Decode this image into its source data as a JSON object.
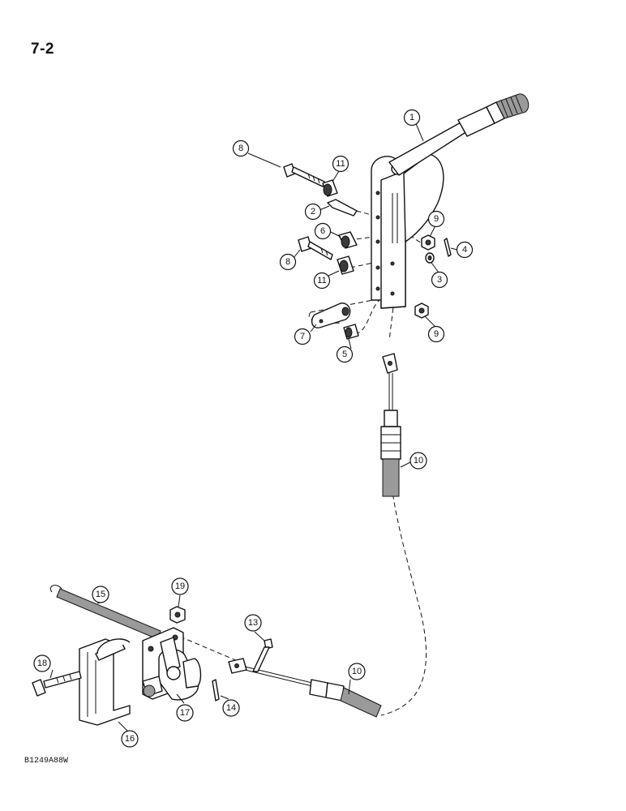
{
  "page": {
    "number": "7-2",
    "figure_code": "B1249A88W"
  },
  "callouts": [
    {
      "id": "c1",
      "label": "1"
    },
    {
      "id": "c2",
      "label": "2"
    },
    {
      "id": "c3",
      "label": "3"
    },
    {
      "id": "c4",
      "label": "4"
    },
    {
      "id": "c5",
      "label": "5"
    },
    {
      "id": "c6",
      "label": "6"
    },
    {
      "id": "c7",
      "label": "7"
    },
    {
      "id": "c8a",
      "label": "8"
    },
    {
      "id": "c8b",
      "label": "8"
    },
    {
      "id": "c9a",
      "label": "9"
    },
    {
      "id": "c9b",
      "label": "9"
    },
    {
      "id": "c10a",
      "label": "10"
    },
    {
      "id": "c10b",
      "label": "10"
    },
    {
      "id": "c11a",
      "label": "11"
    },
    {
      "id": "c11b",
      "label": "11"
    },
    {
      "id": "c13",
      "label": "13"
    },
    {
      "id": "c14",
      "label": "14"
    },
    {
      "id": "c15",
      "label": "15"
    },
    {
      "id": "c16",
      "label": "16"
    },
    {
      "id": "c17",
      "label": "17"
    },
    {
      "id": "c18",
      "label": "18"
    },
    {
      "id": "c19",
      "label": "19"
    }
  ]
}
